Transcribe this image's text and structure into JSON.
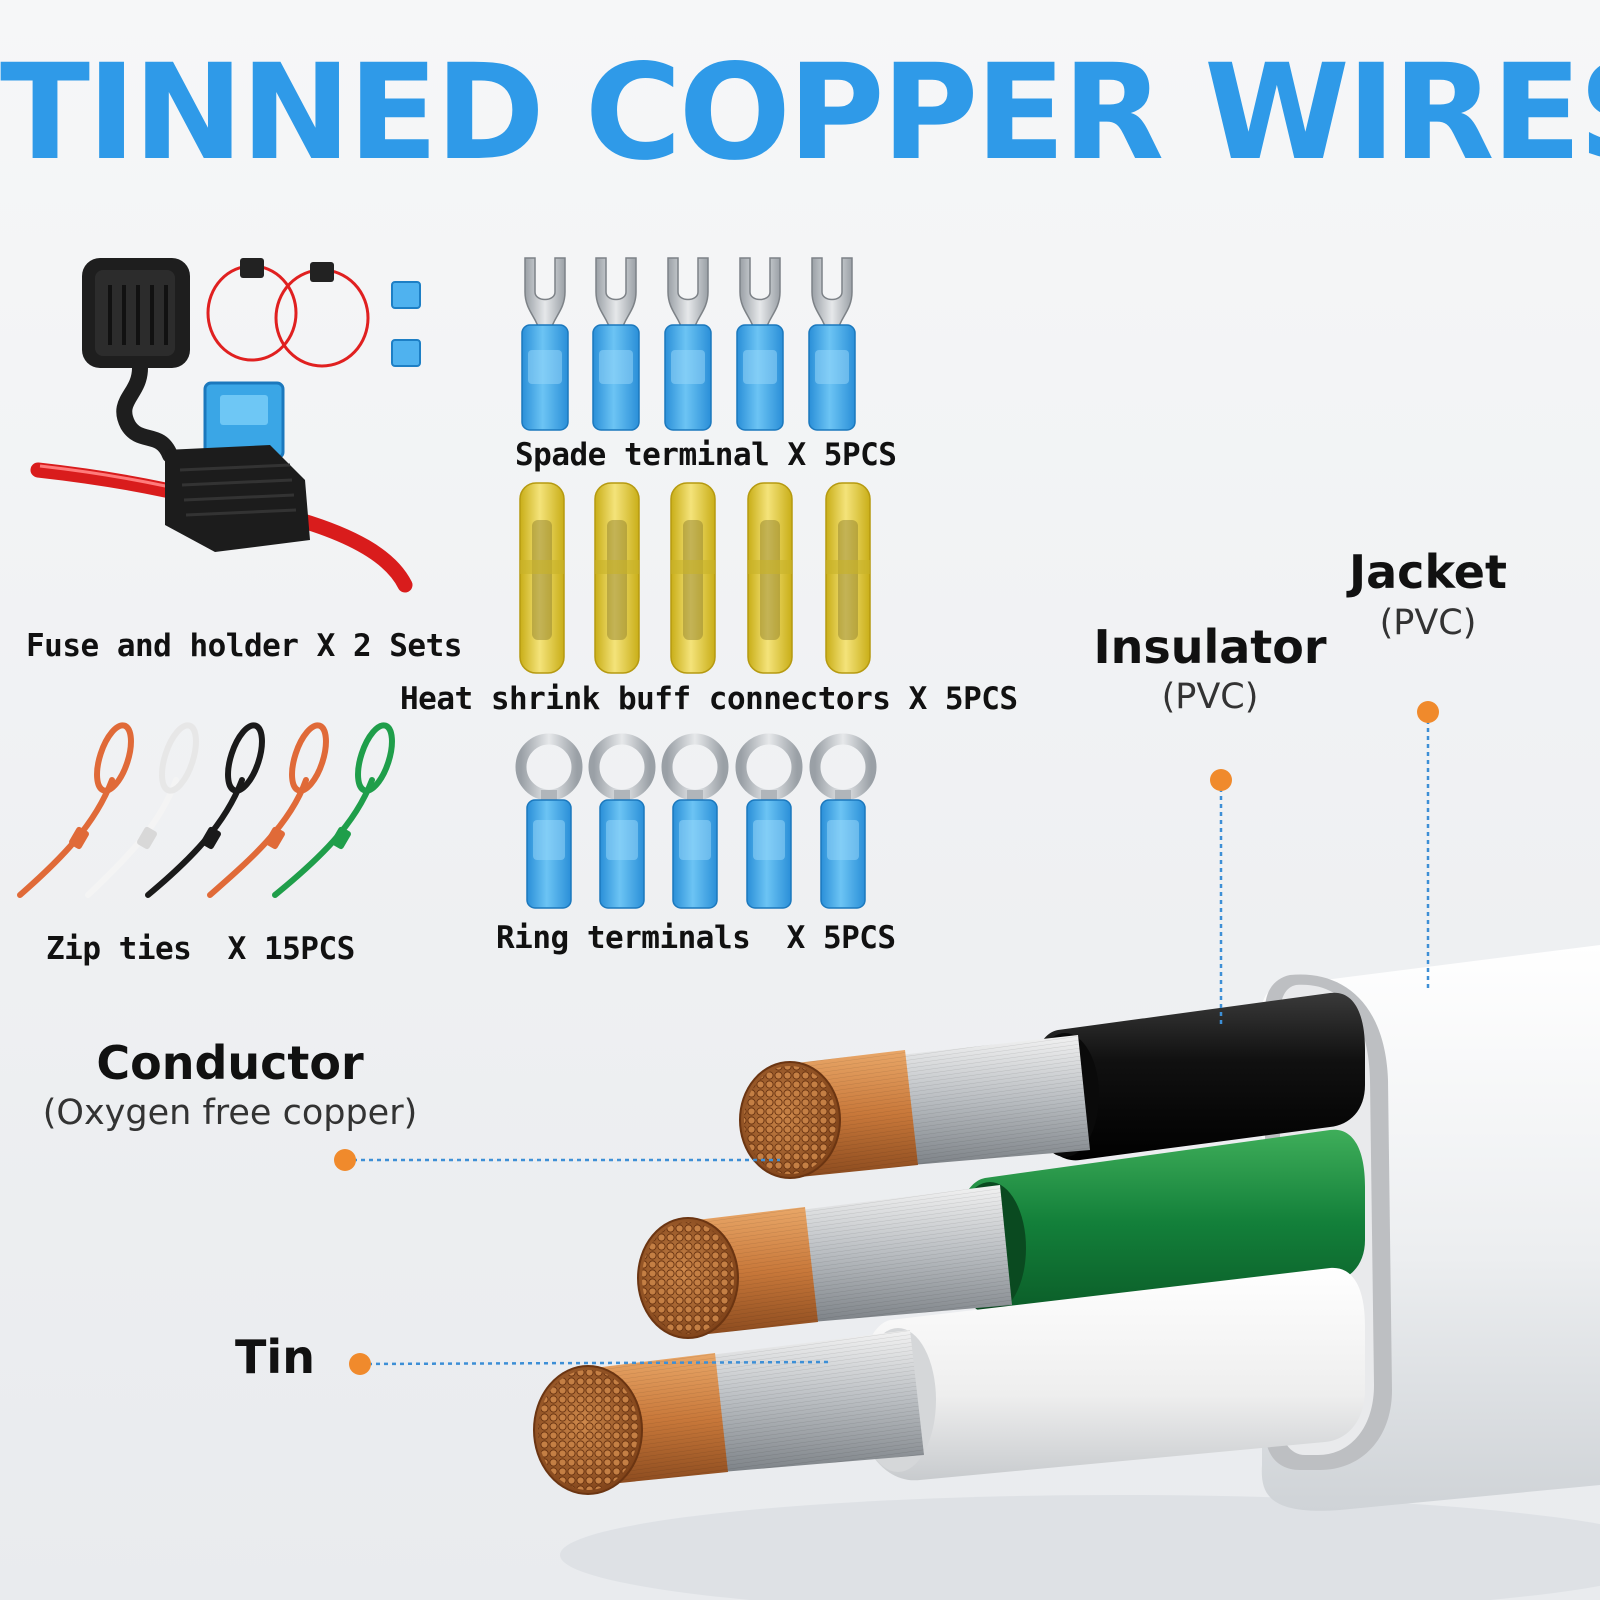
{
  "title": "TINNED COPPER WIRES",
  "accessories": {
    "fuse": "Fuse and holder X 2 Sets",
    "spade": "Spade terminal X 5PCS",
    "butt": "Heat shrink buff connectors X 5PCS",
    "ring": "Ring terminals  X 5PCS",
    "zip": "Zip ties  X 15PCS"
  },
  "callouts": {
    "jacket": {
      "name": "Jacket",
      "material": "(PVC)"
    },
    "insulator": {
      "name": "Insulator",
      "material": "(PVC)"
    },
    "conductor": {
      "name": "Conductor",
      "material": "(Oxygen free copper)"
    },
    "tin": {
      "name": "Tin"
    }
  },
  "colors": {
    "title": "#2f9ae8",
    "callout_dot": "#f08a2c",
    "leader_line": "#3d8fd6",
    "terminal_blue": "#3aa6e6",
    "terminal_yellow": "#e5cc2a",
    "wire_red": "#e02020",
    "copper": "#c8783a"
  }
}
